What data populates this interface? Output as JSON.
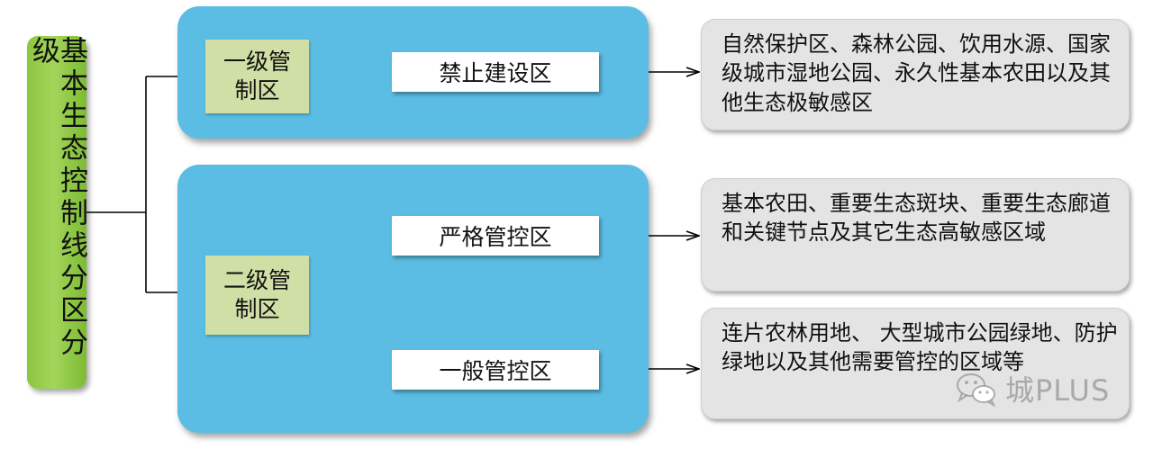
{
  "root": {
    "label": "基本生态控制线分区分级"
  },
  "zones": [
    {
      "level_label": "一级管\n制区",
      "categories": [
        {
          "label": "禁止建设区",
          "description": "自然保护区、森林公园、饮用水源、国家级城市湿地公园、永久性基本农田以及其他生态极敏感区"
        }
      ]
    },
    {
      "level_label": "二级管\n制区",
      "categories": [
        {
          "label": "严格管控区",
          "description": "基本农田、重要生态斑块、重要生态廊道和关键节点及其它生态高敏感区域"
        },
        {
          "label": "一般管控区",
          "description": "连片农林用地、 大型城市公园绿地、防护绿地以及其他需要管控的区域等"
        }
      ]
    }
  ],
  "watermark": {
    "text": "城PLUS",
    "icon": "wechat-icon"
  },
  "colors": {
    "root_fill": "#8cc63f",
    "zone_fill": "#5bbde3",
    "level_fill": "#cfdfa5",
    "category_fill": "#ffffff",
    "description_fill": "#e4e4e4",
    "connector": "#000000"
  }
}
